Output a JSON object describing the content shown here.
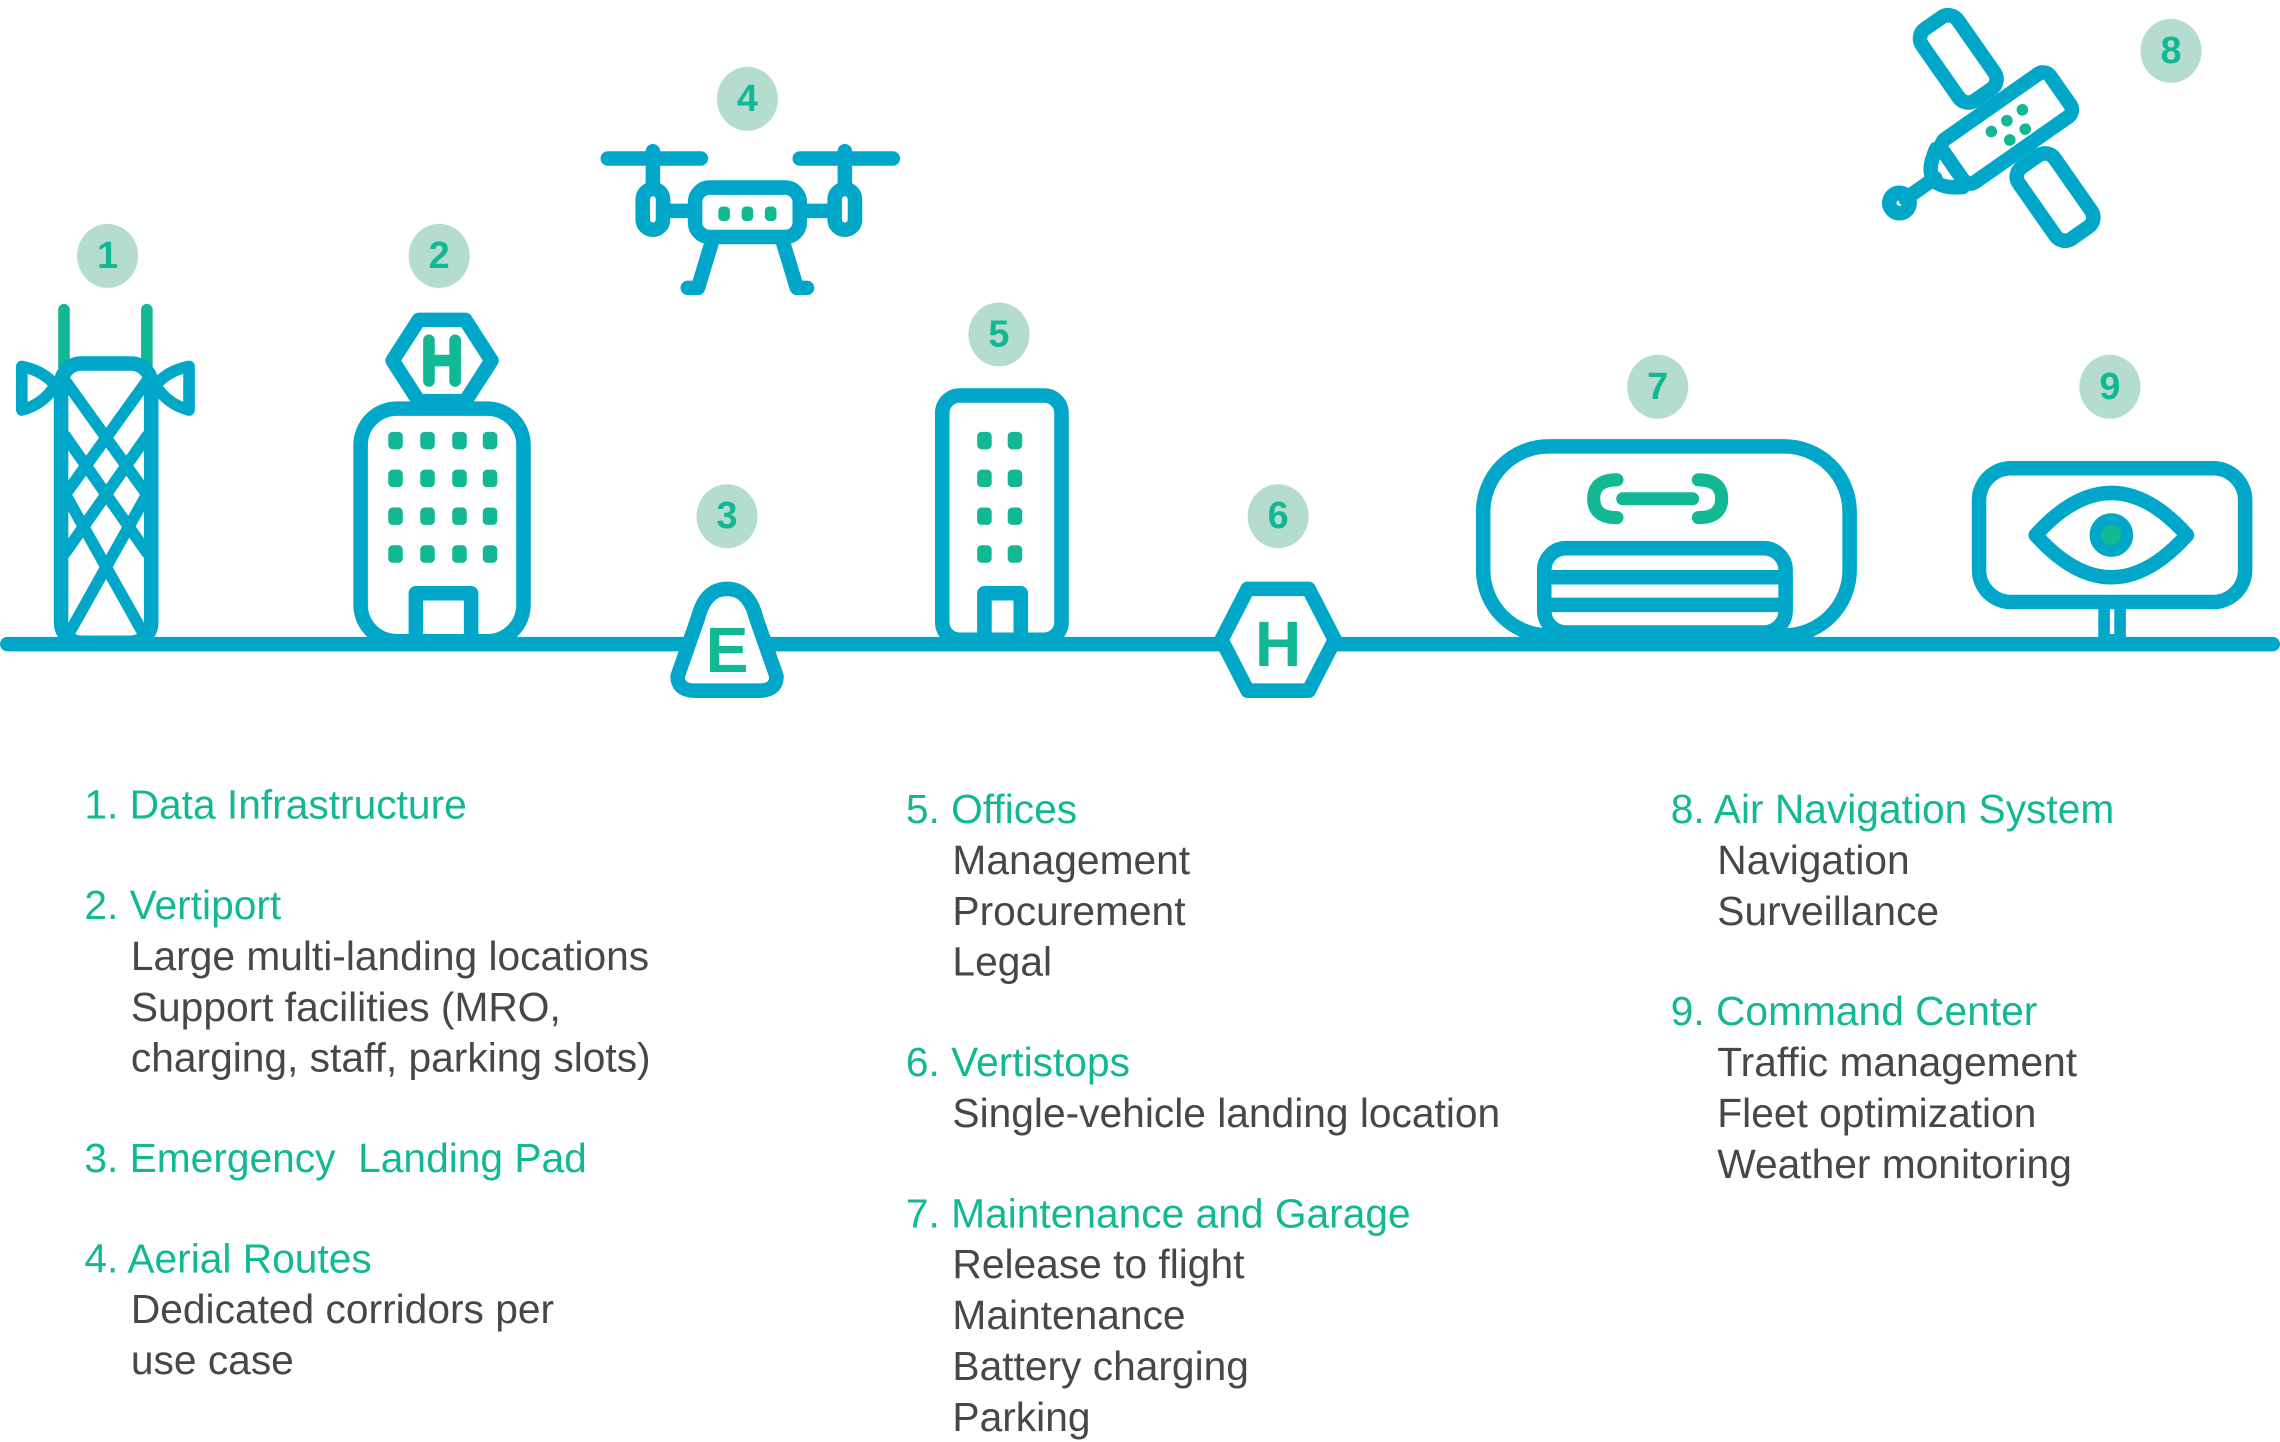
{
  "colors": {
    "primary": "#00A7C8",
    "accent": "#12B893",
    "badge": "#B5DDCF",
    "text": "#474747"
  },
  "badges": [
    "1",
    "2",
    "3",
    "4",
    "5",
    "6",
    "7",
    "8",
    "9"
  ],
  "icon_letters": {
    "vertiport": "H",
    "emergency": "E",
    "vertistop": "H"
  },
  "legend": {
    "c1": [
      {
        "title": "1. Data Infrastructure",
        "items": []
      },
      {
        "title": "2. Vertiport",
        "items": [
          "Large multi-landing locations",
          "Support facilities (MRO,",
          "charging, staff, parking slots)"
        ]
      },
      {
        "title": "3. Emergency  Landing Pad",
        "items": []
      },
      {
        "title": "4. Aerial Routes",
        "items": [
          "Dedicated corridors per",
          "use case"
        ]
      }
    ],
    "c2": [
      {
        "title": "5. Offices",
        "items": [
          "Management",
          "Procurement",
          "Legal"
        ]
      },
      {
        "title": "6. Vertistops",
        "items": [
          "Single-vehicle landing location"
        ]
      },
      {
        "title": "7. Maintenance and Garage",
        "items": [
          "Release to flight",
          "Maintenance",
          "Battery charging",
          "Parking"
        ]
      }
    ],
    "c3": [
      {
        "title": "8. Air Navigation System",
        "items": [
          "Navigation",
          "Surveillance"
        ]
      },
      {
        "title": "9. Command Center",
        "items": [
          "Traffic management",
          "Fleet optimization",
          "Weather monitoring"
        ]
      }
    ]
  }
}
